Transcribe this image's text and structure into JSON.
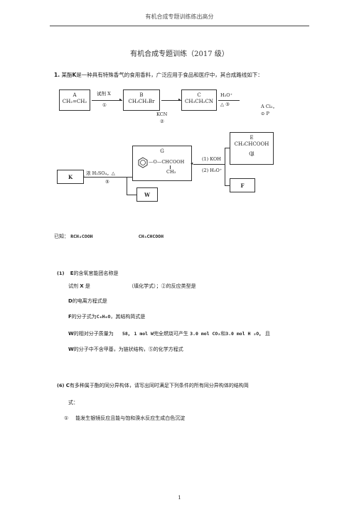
{
  "header": "有机合成专题训练练出高分",
  "title": "有机合成专题训练（2017 级）",
  "q1": {
    "num": "1.",
    "text_a": "某酯",
    "text_k": "K",
    "text_b": "是一种具有特殊香气的食用香料，广泛应用于食品和医疗中，其合成路线如下："
  },
  "diagram": {
    "A_name": "A",
    "A_formula": "CH₂=CH₂",
    "reagent_x": "试剂 X",
    "step1": "①",
    "B_name": "B",
    "B_formula": "CH₃CH₂Br",
    "kcn": "KCN",
    "step2": "②",
    "C_name": "C",
    "C_formula": "CH₃CH₂CN",
    "h3o": "H₃O⁺",
    "step_delta3": "△ ③",
    "side_a": "A Ci₂，",
    "side_b": "⊙ P",
    "E_name": "E",
    "E_formula1": "CH₃CHCOOH",
    "E_formula2": "Cl",
    "koh": "(1) KOH",
    "h3o2": "(2) H₃O⁺",
    "G_name": "G",
    "G_formula1": "—O—CHCOOH",
    "G_formula2": "CH₃",
    "h2so4": "浓 H₂SO₄，△",
    "step5": "⑤",
    "K_name": "K",
    "W_name": "W",
    "F_name": "F"
  },
  "known": {
    "label": "已知：",
    "left": "RCH₂COOH",
    "right": "CH₃CHCOOH"
  },
  "sub1": {
    "num": "(1)",
    "l1_a": "E",
    "l1_b": "的含氧官能团名称是",
    "l2_a": "试剂",
    "l2_x": "X",
    "l2_b": "是",
    "l2_c": "（填化学式）；②的反应类型是",
    "l3_a": "D",
    "l3_b": "的电离方程式是",
    "l4_a": "F",
    "l4_b": "的分子式为",
    "l4_c": "C₆H₆O",
    "l4_d": "，其结构简式是",
    "l5_a": "W",
    "l5_b": "的相对分子质量为",
    "l5_c": "58，",
    "l5_d": "1 mol W",
    "l5_e": "完全燃烧可产生",
    "l5_f": "3.0 mol CO₂",
    "l5_g": "和",
    "l5_h": "3.0 mol H ₂O，",
    "l5_i": "且",
    "l6_a": "W",
    "l6_b": "的分子中不含甲基，为链状结构，⑤的化学方程式"
  },
  "sub6": {
    "num": "(6)",
    "l1_a": "C",
    "l1_b": "有多种属于酯的同分异构体，请写出同时满足下列条件的所有同分异构体的结构简",
    "l2": "式：",
    "cond_num": "①",
    "cond_text": "能发生银镜反应且能与饱和溴水反应生成白色沉淀"
  },
  "page_num": "1"
}
